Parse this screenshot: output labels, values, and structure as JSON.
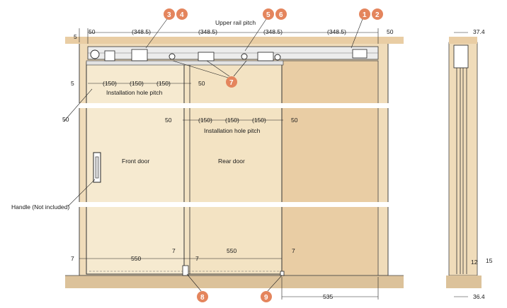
{
  "labels": {
    "upper_rail_pitch": "Upper rail pitch",
    "install_pitch_top": "Installation hole pitch",
    "install_pitch_bottom": "Installation hole pitch",
    "front_door": "Front door",
    "rear_door": "Rear door",
    "handle": "Handle (Not included)"
  },
  "rail_dims": [
    "50",
    "(348.5)",
    "(348.5)",
    "(348.5)",
    "(348.5)",
    "50"
  ],
  "top_left_5": "5",
  "side_dims": {
    "top_width": "37.4",
    "bottom_width": "36.4",
    "d12": "12",
    "d15": "15"
  },
  "hole_dims_top": [
    "5",
    "(150)",
    "(150)",
    "(150)",
    "50"
  ],
  "hole_dims_mid": [
    "50",
    "(150)",
    "(150)",
    "(150)",
    "50"
  ],
  "left_50": "50",
  "bottom_dims": {
    "d7_left": "7",
    "d550_front": "550",
    "d7_mid_left": "7",
    "d7_mid_right": "7",
    "d550_rear": "550",
    "d7_right": "7",
    "d535": "535"
  },
  "bubbles": [
    "1",
    "2",
    "3",
    "4",
    "5",
    "6",
    "7",
    "8",
    "9"
  ],
  "colors": {
    "bubble": "#e4855d",
    "door": "#f4e7c9",
    "wall": "#e9cda4",
    "floor": "#dcc29a",
    "line": "#333333"
  }
}
